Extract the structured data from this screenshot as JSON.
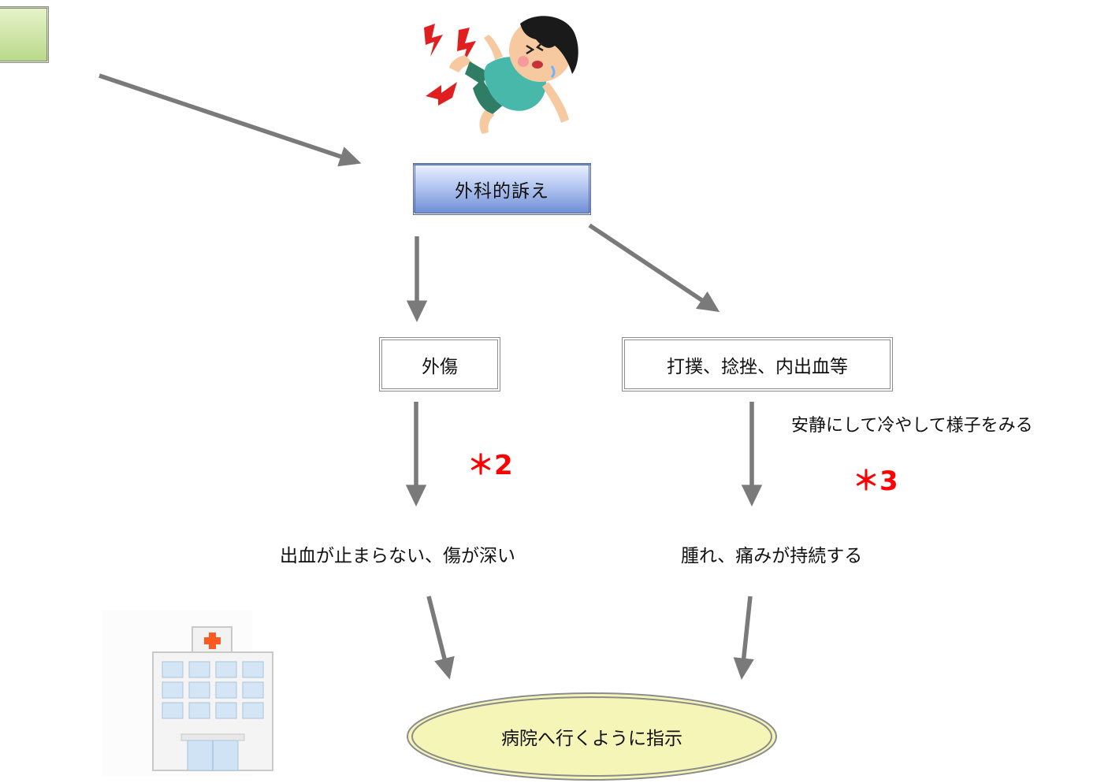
{
  "nodes": {
    "start_box": "",
    "surgical_complaint": "外科的訴え",
    "trauma": "外傷",
    "bruise_group": "打撲、捻挫、内出血等",
    "rest_and_cool": "安静にして冷やして様子をみる",
    "bleeding_deep": "出血が止まらない、傷が深い",
    "swelling_pain": "腫れ、痛みが持続する",
    "go_hospital": "病院へ行くように指示"
  },
  "notes": {
    "note2": "＊2",
    "note3": "＊3"
  },
  "colors": {
    "arrow": "#7a7a7a",
    "note": "#ff0000",
    "ellipse_fill": "#f5f5b8",
    "blue_box": "#6f8fd6",
    "green_box": "#b9d98a"
  },
  "icons": {
    "injured_child": "injured-child-illustration",
    "hospital": "hospital-building-illustration"
  }
}
